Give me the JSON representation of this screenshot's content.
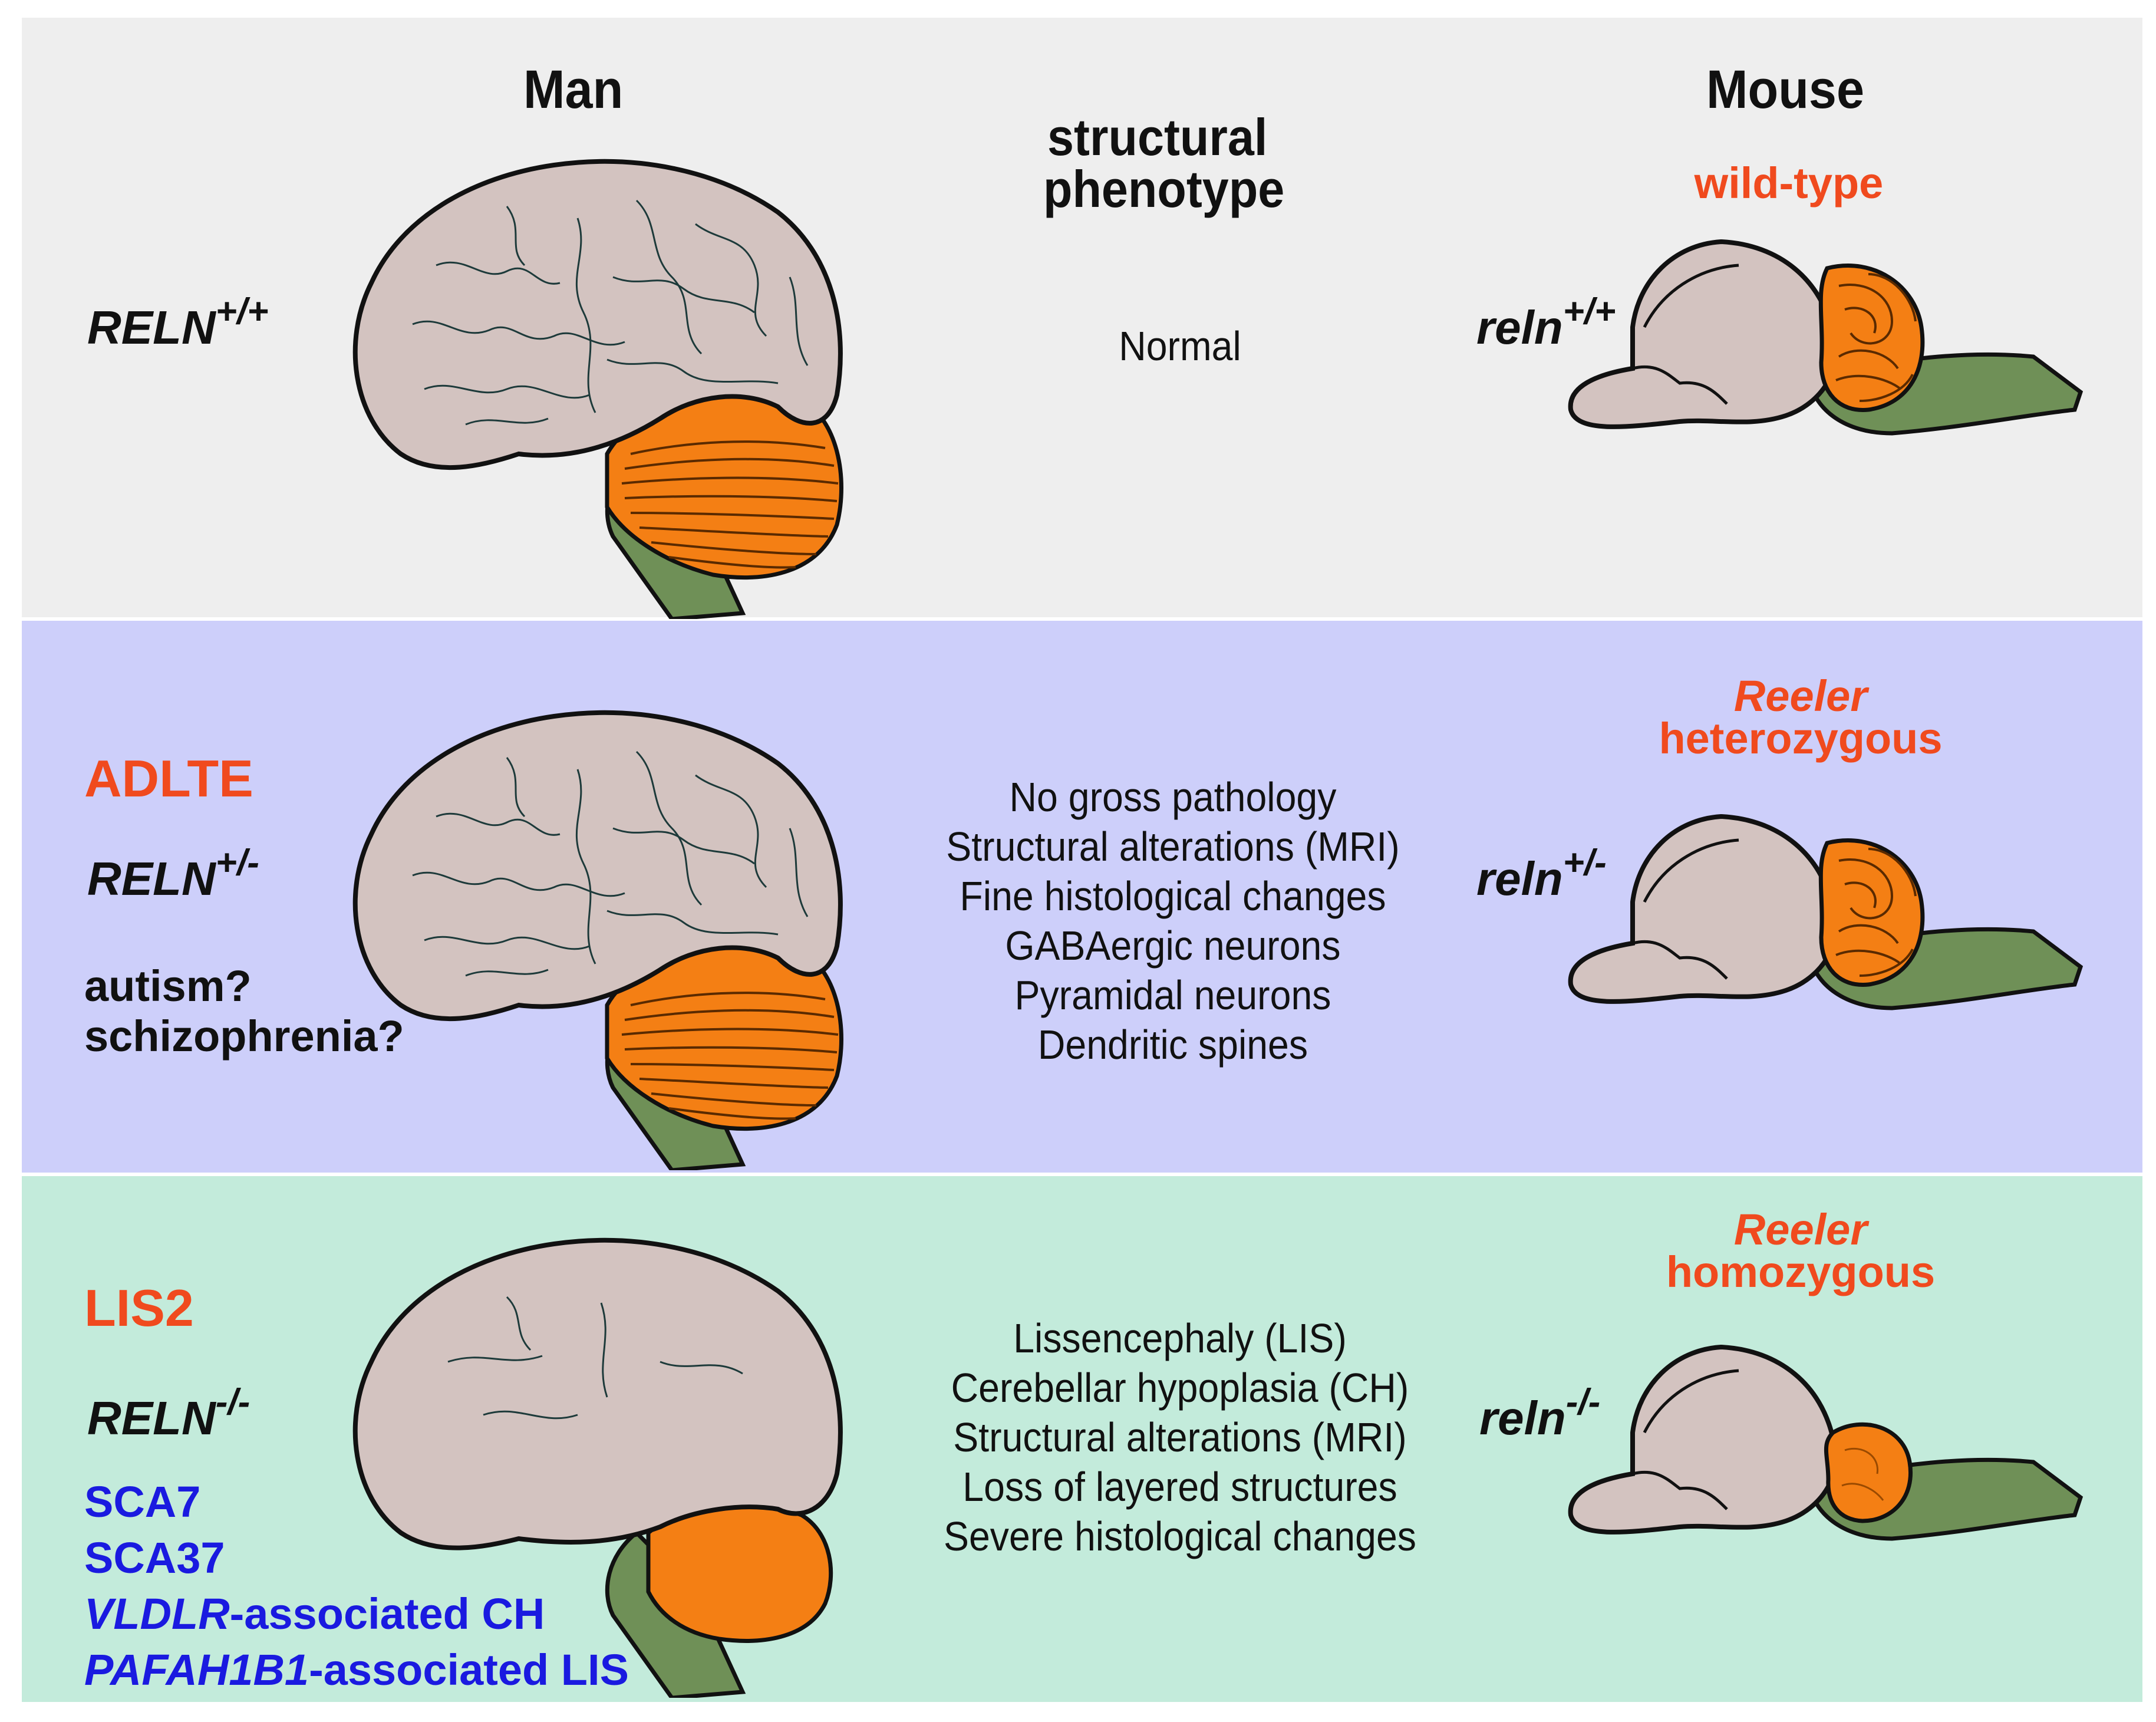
{
  "headers": {
    "man": "Man",
    "phenotype_line1": "structural",
    "phenotype_line2": "phenotype",
    "mouse": "Mouse"
  },
  "rows": [
    {
      "human_disease": "",
      "human_genotype_base": "RELN",
      "human_genotype_sup": "+/+",
      "phenotype": [
        "Normal"
      ],
      "mouse_strain_line1": "wild-type",
      "mouse_strain_line2": "",
      "mouse_genotype_base": "reln",
      "mouse_genotype_sup": "+/+"
    },
    {
      "human_disease": "ADLTE",
      "human_genotype_base": "RELN",
      "human_genotype_sup": "+/-",
      "human_questions": [
        "autism?",
        "schizophrenia?"
      ],
      "phenotype": [
        "No gross pathology",
        "Structural alterations (MRI)",
        "Fine histological changes",
        "GABAergic neurons",
        "Pyramidal neurons",
        "Dendritic spines"
      ],
      "mouse_strain_line1": "Reeler",
      "mouse_strain_line2": "heterozygous",
      "mouse_genotype_base": "reln",
      "mouse_genotype_sup": "+/-"
    },
    {
      "human_disease": "LIS2",
      "human_genotype_base": "RELN",
      "human_genotype_sup": "-/-",
      "related_conditions": [
        "SCA7",
        "SCA37"
      ],
      "related_gene_conditions": [
        {
          "gene": "VLDLR",
          "suffix": "-associated CH"
        },
        {
          "gene": "PAFAH1B1",
          "suffix": "-associated LIS"
        }
      ],
      "phenotype": [
        "Lissencephaly (LIS)",
        "Cerebellar hypoplasia (CH)",
        "Structural alterations (MRI)",
        "Loss of layered structures",
        "Severe histological changes"
      ],
      "mouse_strain_line1": "Reeler",
      "mouse_strain_line2": "homozygous",
      "mouse_genotype_base": "reln",
      "mouse_genotype_sup": "-/-"
    }
  ],
  "colors": {
    "row1_bg": "#eeeeee",
    "row2_bg": "#cdcffa",
    "row3_bg": "#c3ebdb",
    "cerebrum": "#d3c3c0",
    "cerebellum": "#f47f14",
    "brainstem": "#6f9057",
    "accent_red": "#f04a1e",
    "accent_blue": "#1a1ae0"
  }
}
